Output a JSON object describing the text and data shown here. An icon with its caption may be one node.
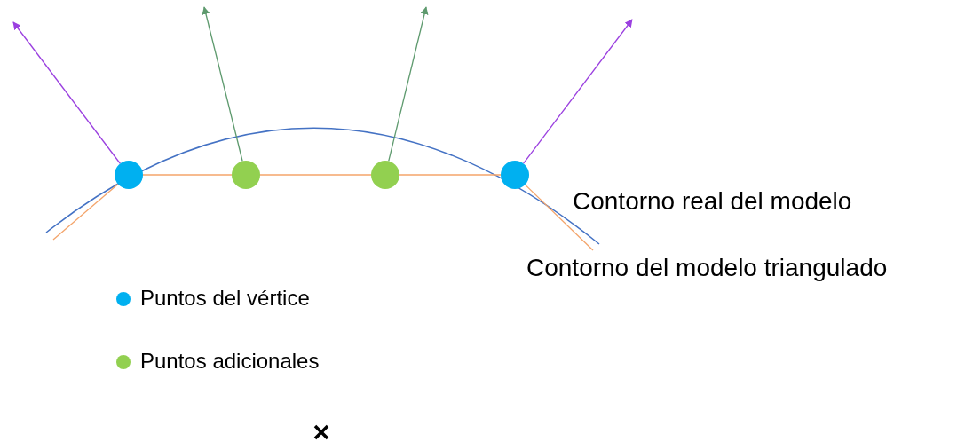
{
  "diagram": {
    "nodes": [
      {
        "text": [],
        "shape": "circle"
      },
      {
        "text": [],
        "shape": "circle"
      },
      {
        "text": [],
        "shape": "circle"
      },
      {
        "text": [],
        "shape": "circle"
      }
    ],
    "edges": [
      {
        "from": 0,
        "to": 1,
        "arrow": "none",
        "color": "#f4a46a"
      },
      {
        "from": 1,
        "to": 2,
        "arrow": "none",
        "color": "#f4a46a"
      },
      {
        "from": 2,
        "to": 3,
        "arrow": "none",
        "color": "#f4a46a"
      },
      {
        "from": 0,
        "to": null,
        "arrow": "none",
        "color": "#f4a46a"
      },
      {
        "from": 3,
        "to": null,
        "arrow": "none",
        "color": "#f4a46a"
      },
      {
        "from": 0,
        "to": null,
        "arrow": "to",
        "color": "#9b40e0"
      },
      {
        "from": 1,
        "to": null,
        "arrow": "to",
        "color": "#5e9a6e"
      },
      {
        "from": 2,
        "to": null,
        "arrow": "to",
        "color": "#5e9a6e"
      },
      {
        "from": 3,
        "to": null,
        "arrow": "to",
        "color": "#9b40e0"
      }
    ],
    "labels": [
      "Contorno real del modelo",
      "Contorno del modelo triangulado"
    ],
    "legend": [
      {
        "text": "Puntos del vértice",
        "color": "#00b0f0"
      },
      {
        "text": "Puntos adicionales",
        "color": "#92d050"
      }
    ]
  }
}
